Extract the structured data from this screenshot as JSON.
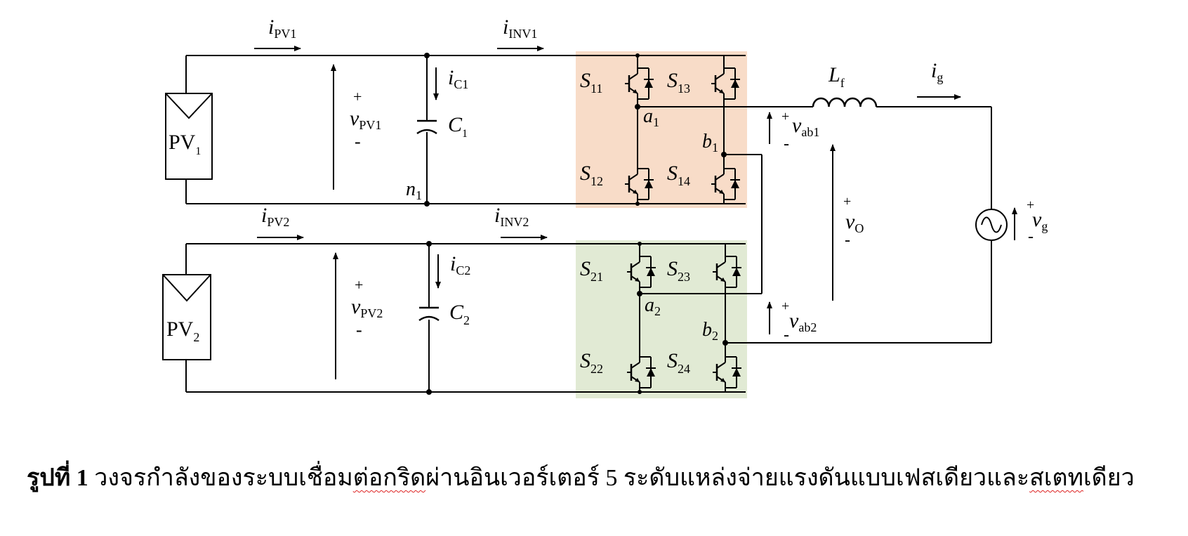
{
  "colors": {
    "bridge1_fill": "#f8dcc8",
    "bridge2_fill": "#e1ead4",
    "wire": "#000000",
    "spellcheck_underline": "#dd2222"
  },
  "labels": {
    "pv1": {
      "main": "PV",
      "sub": "1"
    },
    "pv2": {
      "main": "PV",
      "sub": "2"
    },
    "i_pv1": {
      "main": "i",
      "sub": "PV1"
    },
    "i_pv2": {
      "main": "i",
      "sub": "PV2"
    },
    "i_inv1": {
      "main": "i",
      "sub": "INV1"
    },
    "i_inv2": {
      "main": "i",
      "sub": "INV2"
    },
    "i_c1": {
      "main": "i",
      "sub": "C1"
    },
    "i_c2": {
      "main": "i",
      "sub": "C2"
    },
    "c1": {
      "main": "C",
      "sub": "1"
    },
    "c2": {
      "main": "C",
      "sub": "2"
    },
    "v_pv1": {
      "main": "v",
      "sub": "PV1"
    },
    "v_pv2": {
      "main": "v",
      "sub": "PV2"
    },
    "n1": {
      "main": "n",
      "sub": "1"
    },
    "a1": {
      "main": "a",
      "sub": "1"
    },
    "b1": {
      "main": "b",
      "sub": "1"
    },
    "a2": {
      "main": "a",
      "sub": "2"
    },
    "b2": {
      "main": "b",
      "sub": "2"
    },
    "s11": {
      "main": "S",
      "sub": "11"
    },
    "s12": {
      "main": "S",
      "sub": "12"
    },
    "s13": {
      "main": "S",
      "sub": "13"
    },
    "s14": {
      "main": "S",
      "sub": "14"
    },
    "s21": {
      "main": "S",
      "sub": "21"
    },
    "s22": {
      "main": "S",
      "sub": "22"
    },
    "s23": {
      "main": "S",
      "sub": "23"
    },
    "s24": {
      "main": "S",
      "sub": "24"
    },
    "lf": {
      "main": "L",
      "sub": "f"
    },
    "ig": {
      "main": "i",
      "sub": "g"
    },
    "v_ab1": {
      "main": "v",
      "sub": "ab1"
    },
    "v_ab2": {
      "main": "v",
      "sub": "ab2"
    },
    "v_o": {
      "main": "v",
      "sub": "O"
    },
    "v_g": {
      "main": "v",
      "sub": "g"
    },
    "plus": "+",
    "minus": "-"
  },
  "caption": {
    "prefix": "รูปที่ 1",
    "part1": " วงจรกำลังของระบบเชื่อม",
    "part2_underlined": "ต่อกริด",
    "part3": "ผ่านอินเวอร์เตอร์ 5 ระดับแหล่งจ่ายแรงดันแบบเฟสเดียวและ",
    "part4_underlined": "สเตท",
    "part5": "เดียว"
  }
}
